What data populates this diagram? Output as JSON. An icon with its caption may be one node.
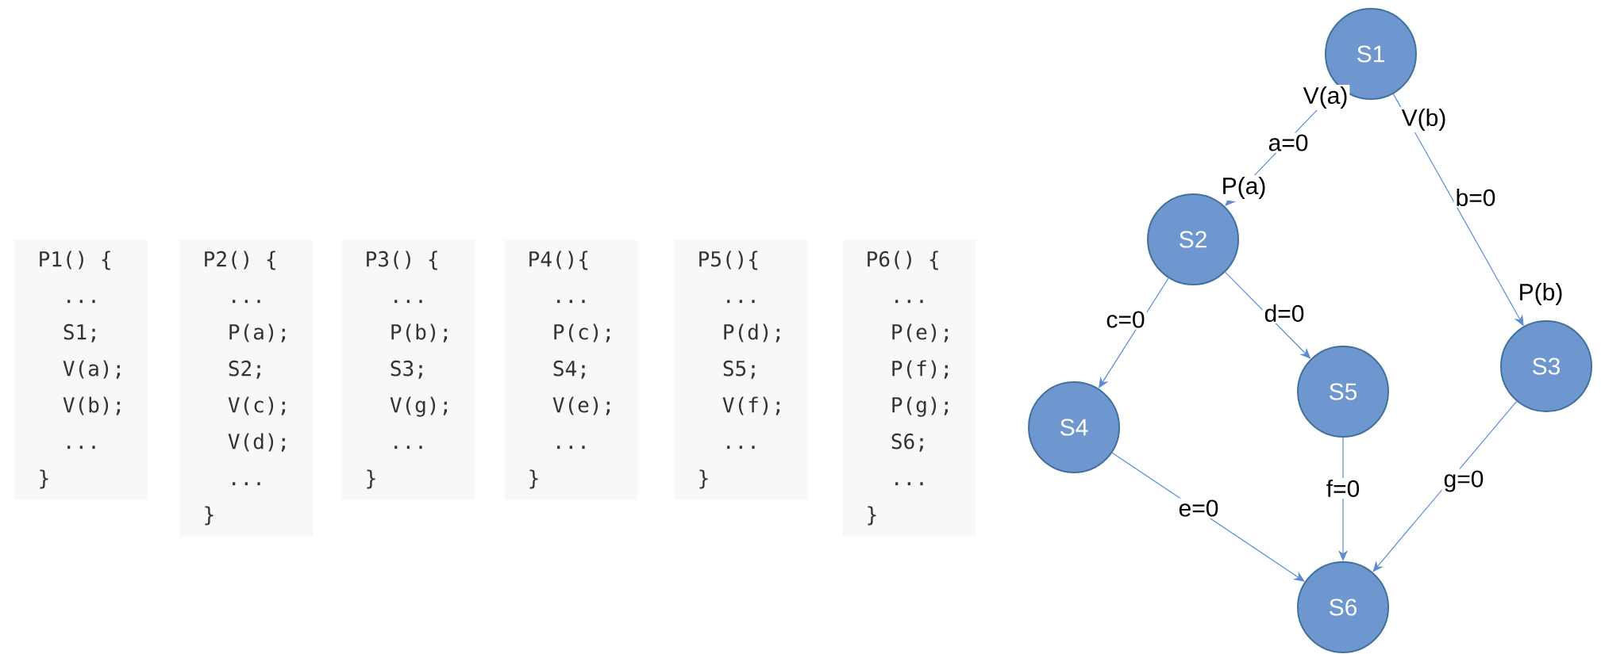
{
  "diagram": {
    "nodes": [
      {
        "text": [
          "P1() {",
          "...",
          "S1;",
          "V(a);",
          "V(b);",
          "...",
          "}"
        ]
      },
      {
        "text": [
          "P2() {",
          "...",
          "P(a);",
          "S2;",
          "V(c);",
          "V(d);",
          "...",
          "}"
        ]
      },
      {
        "text": [
          "P3() {",
          "...",
          "P(b);",
          "S3;",
          "V(g);",
          "...",
          "}"
        ]
      },
      {
        "text": [
          "P4(){",
          "...",
          "P(c);",
          "S4;",
          "V(e);",
          "...",
          "}"
        ]
      },
      {
        "text": [
          "P5(){",
          "...",
          "P(d);",
          "S5;",
          "V(f);",
          "...",
          "}"
        ]
      },
      {
        "text": [
          "P6() {",
          "...",
          "P(e);",
          "P(f);",
          "P(g);",
          "S6;",
          "...",
          "}"
        ]
      },
      {
        "text": [
          "S1"
        ]
      },
      {
        "text": [
          "S2"
        ]
      },
      {
        "text": [
          "S3"
        ]
      },
      {
        "text": [
          "S4"
        ]
      },
      {
        "text": [
          "S5"
        ]
      },
      {
        "text": [
          "S6"
        ]
      }
    ],
    "edges": [
      {
        "from": 6,
        "to": 7,
        "arrow": "to",
        "label": "a=0"
      },
      {
        "from": 6,
        "to": 8,
        "arrow": "to",
        "label": "b=0"
      },
      {
        "from": 7,
        "to": 9,
        "arrow": "to",
        "label": "c=0"
      },
      {
        "from": 7,
        "to": 10,
        "arrow": "to",
        "label": "d=0"
      },
      {
        "from": 9,
        "to": 11,
        "arrow": "to",
        "label": "e=0"
      },
      {
        "from": 10,
        "to": 11,
        "arrow": "to",
        "label": "f=0"
      },
      {
        "from": 8,
        "to": 11,
        "arrow": "to",
        "label": "g=0"
      }
    ],
    "labels": [
      "V(a)",
      "P(a)",
      "V(b)",
      "P(b)"
    ]
  }
}
